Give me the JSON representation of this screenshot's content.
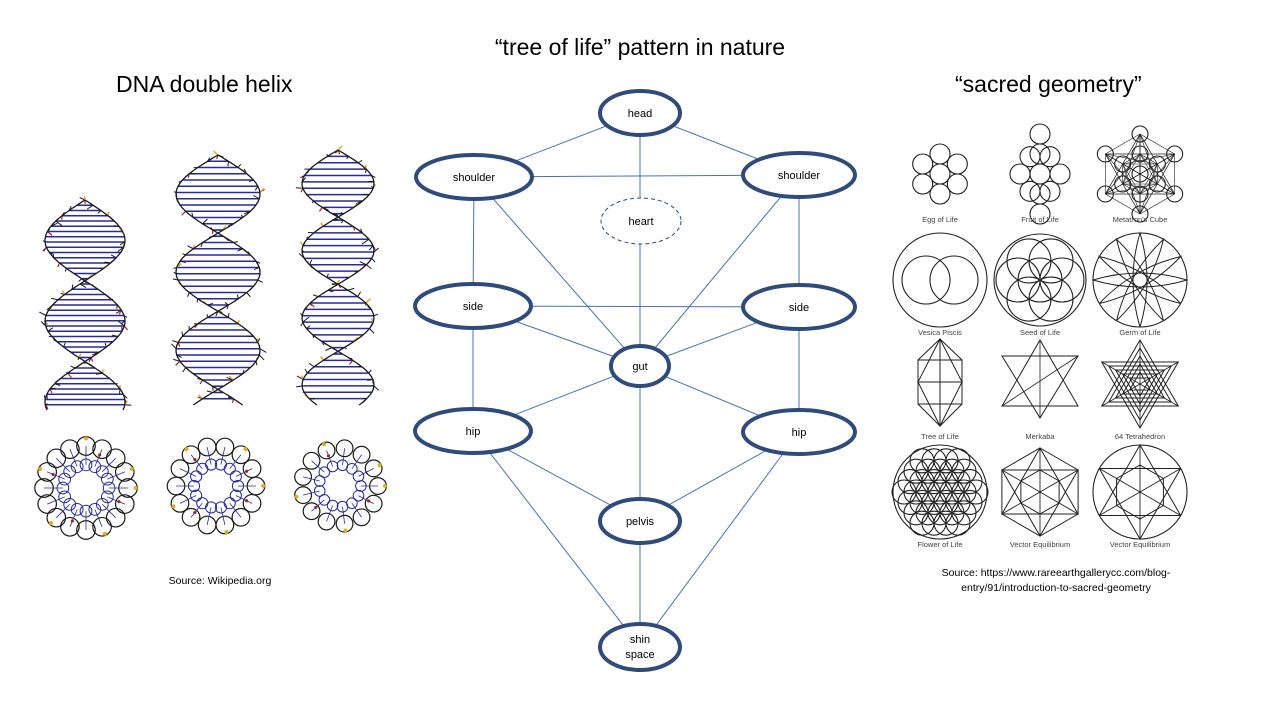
{
  "titles": {
    "main": "“tree of life” pattern in nature",
    "left": "DNA double helix",
    "right": "“sacred geometry”"
  },
  "sources": {
    "left": "Source: Wikipedia.org",
    "right_line1": "Source: https://www.rareearthgallerycc.com/blog-",
    "right_line2": "entry/91/introduction-to-sacred-geometry"
  },
  "colors": {
    "node_stroke": "#2f4b7c",
    "edge": "#4a72b0",
    "dna_dark": "#1a1a1a",
    "dna_blue": "#2a2a9a",
    "dna_red": "#9a2a2a",
    "dna_yellow": "#d8b020"
  },
  "tree": {
    "nodes": [
      {
        "id": "head",
        "label": "head"
      },
      {
        "id": "shoulder_l",
        "label": "shoulder"
      },
      {
        "id": "shoulder_r",
        "label": "shoulder"
      },
      {
        "id": "heart",
        "label": "heart",
        "dashed": true
      },
      {
        "id": "side_l",
        "label": "side"
      },
      {
        "id": "side_r",
        "label": "side"
      },
      {
        "id": "gut",
        "label": "gut"
      },
      {
        "id": "hip_l",
        "label": "hip"
      },
      {
        "id": "hip_r",
        "label": "hip"
      },
      {
        "id": "pelvis",
        "label": "pelvis"
      },
      {
        "id": "shin",
        "label": "shin",
        "label2": "space"
      }
    ],
    "edges": [
      [
        "head",
        "shoulder_l"
      ],
      [
        "head",
        "shoulder_r"
      ],
      [
        "head",
        "gut"
      ],
      [
        "shoulder_l",
        "shoulder_r"
      ],
      [
        "shoulder_l",
        "side_l"
      ],
      [
        "shoulder_l",
        "gut"
      ],
      [
        "shoulder_r",
        "side_r"
      ],
      [
        "shoulder_r",
        "gut"
      ],
      [
        "side_l",
        "side_r"
      ],
      [
        "side_l",
        "gut"
      ],
      [
        "side_r",
        "gut"
      ],
      [
        "side_l",
        "hip_l"
      ],
      [
        "side_r",
        "hip_r"
      ],
      [
        "gut",
        "hip_l"
      ],
      [
        "gut",
        "hip_r"
      ],
      [
        "gut",
        "pelvis"
      ],
      [
        "hip_l",
        "pelvis"
      ],
      [
        "hip_r",
        "pelvis"
      ],
      [
        "hip_l",
        "shin"
      ],
      [
        "hip_r",
        "shin"
      ],
      [
        "pelvis",
        "shin"
      ]
    ]
  },
  "sacred_geometry": {
    "labels": [
      "Egg of Life",
      "Fruit of Life",
      "Metatron's Cube",
      "Vesica Piscis",
      "Seed of Life",
      "Germ of Life",
      "Tree of Life",
      "Merkaba",
      "64 Tetrahedron",
      "Flower of Life",
      "Vector Equilibrium",
      "Vector Equilibrium"
    ]
  }
}
